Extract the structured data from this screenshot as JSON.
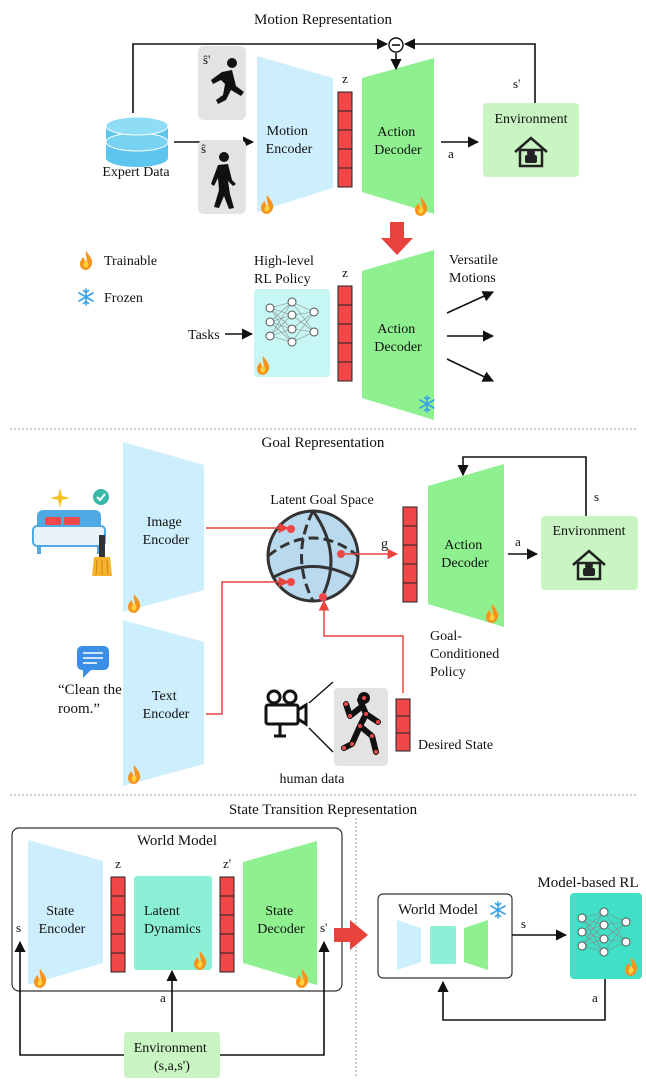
{
  "sections": {
    "motion": {
      "title": "Motion Representation",
      "expert_data": "Expert Data",
      "s_hat_prime": "ŝ'",
      "s_hat": "ŝ",
      "motion_encoder": [
        "Motion",
        "Encoder"
      ],
      "z": "z",
      "action_decoder": [
        "Action",
        "Decoder"
      ],
      "environment": "Environment",
      "a": "a",
      "s_prime": "s'",
      "minus": "⊖",
      "high_level": [
        "High-level",
        "RL Policy"
      ],
      "tasks": "Tasks",
      "versatile": [
        "Versatile",
        "Motions"
      ],
      "legend": {
        "trainable": "Trainable",
        "frozen": "Frozen"
      }
    },
    "goal": {
      "title": "Goal Representation",
      "image_encoder": [
        "Image",
        "Encoder"
      ],
      "text_encoder": [
        "Text",
        "Encoder"
      ],
      "latent_goal_space": "Latent Goal Space",
      "g": "g",
      "action_decoder": [
        "Action",
        "Decoder"
      ],
      "a": "a",
      "s": "s",
      "environment": "Environment",
      "goal_conditioned": [
        "Goal-",
        "Conditioned",
        "Policy"
      ],
      "quote": [
        "“Clean the",
        "room.”"
      ],
      "human_data": "human data",
      "desired_state": "Desired State"
    },
    "state": {
      "title": "State Transition Representation",
      "world_model": "World Model",
      "state_encoder": [
        "State",
        "Encoder"
      ],
      "latent_dynamics": [
        "Latent",
        "Dynamics"
      ],
      "state_decoder": [
        "State",
        "Decoder"
      ],
      "z": "z",
      "z_prime": "z'",
      "s": "s",
      "s_prime": "s'",
      "a": "a",
      "environment": [
        "Environment",
        "(s,a,s')"
      ],
      "world_model_frozen": "World Model",
      "model_based_rl": "Model-based RL",
      "s2": "s",
      "a2": "a"
    }
  },
  "colors": {
    "encoder": "#cdeefc",
    "decoder": "#8ef08e",
    "policy": "#c6f7f4",
    "latent_dyn": "#8cf0d6",
    "env": "#c9f5c2",
    "latent": "#f04848",
    "red_arrow": "#e8423c",
    "frozen": "#3aa3e8",
    "teal": "#3fe0c6"
  }
}
